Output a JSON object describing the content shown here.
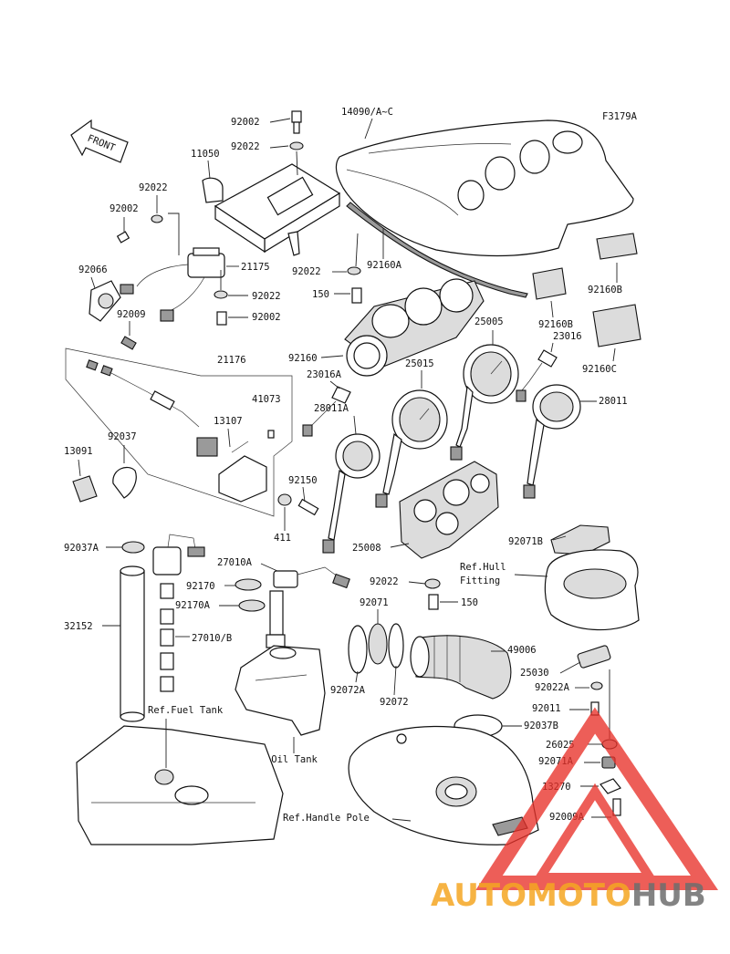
{
  "diagram": {
    "code": "F3179A",
    "front_label": "FRONT",
    "labels": {
      "p14090": "14090/A~C",
      "p92002_top": "92002",
      "p92022_top": "92022",
      "p11050": "11050",
      "p92022_left": "92022",
      "p92002_left": "92002",
      "p92066": "92066",
      "p21175": "21175",
      "p92022_mid": "92022",
      "p92002_mid": "92002",
      "p92009": "92009",
      "p92022_center": "92022",
      "p92160A": "92160A",
      "p150_top": "150",
      "p92160B_1": "92160B",
      "p92160B_2": "92160B",
      "p92160C": "92160C",
      "p92160": "92160",
      "p25005": "25005",
      "p23016": "23016",
      "p21176": "21176",
      "p41073": "41073",
      "p23016A": "23016A",
      "p25015": "25015",
      "p28011": "28011",
      "p28011A": "28011A",
      "p13107": "13107",
      "p92037": "92037",
      "p13091": "13091",
      "p92150": "92150",
      "p411": "411",
      "p25008": "25008",
      "p92071B": "92071B",
      "p92037A": "92037A",
      "p27010A": "27010A",
      "p92170": "92170",
      "p92170A": "92170A",
      "p27010B": "27010/B",
      "p32152": "32152",
      "p92022_low": "92022",
      "p150_low": "150",
      "p92071": "92071",
      "p49006": "49006",
      "p25030": "25030",
      "p92022A": "92022A",
      "p92011": "92011",
      "p92072A": "92072A",
      "p92072": "92072",
      "p92037B": "92037B",
      "p26025": "26025",
      "p92071A": "92071A",
      "p13270": "13270",
      "p92009A": "92009A"
    },
    "refs": {
      "hull_line1": "Ref.Hull",
      "hull_line2": "Fitting",
      "fuel_tank": "Ref.Fuel Tank",
      "oil_tank": "Ref.Oil Tank",
      "handle_pole": "Ref.Handle Pole"
    },
    "colors": {
      "line": "#111111",
      "watermark_red": "#e8312a",
      "watermark_orange": "#f5a623",
      "watermark_gray": "#6e6e6e"
    }
  },
  "watermark": {
    "part1": "AUTOMOTO",
    "part2": "HUB"
  }
}
